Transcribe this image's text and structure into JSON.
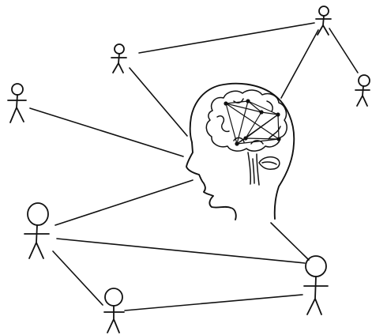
{
  "colors": {
    "ink": "#111111",
    "background": "#ffffff"
  },
  "figures": [
    {
      "id": "person-top-right"
    },
    {
      "id": "person-far-right"
    },
    {
      "id": "person-top-mid"
    },
    {
      "id": "person-left-upper"
    },
    {
      "id": "person-left-lower"
    },
    {
      "id": "person-bottom-mid"
    },
    {
      "id": "person-bottom-right"
    }
  ],
  "icons": [
    "head-profile-icon",
    "brain-icon",
    "network-graph-icon",
    "stick-figure-icon"
  ]
}
